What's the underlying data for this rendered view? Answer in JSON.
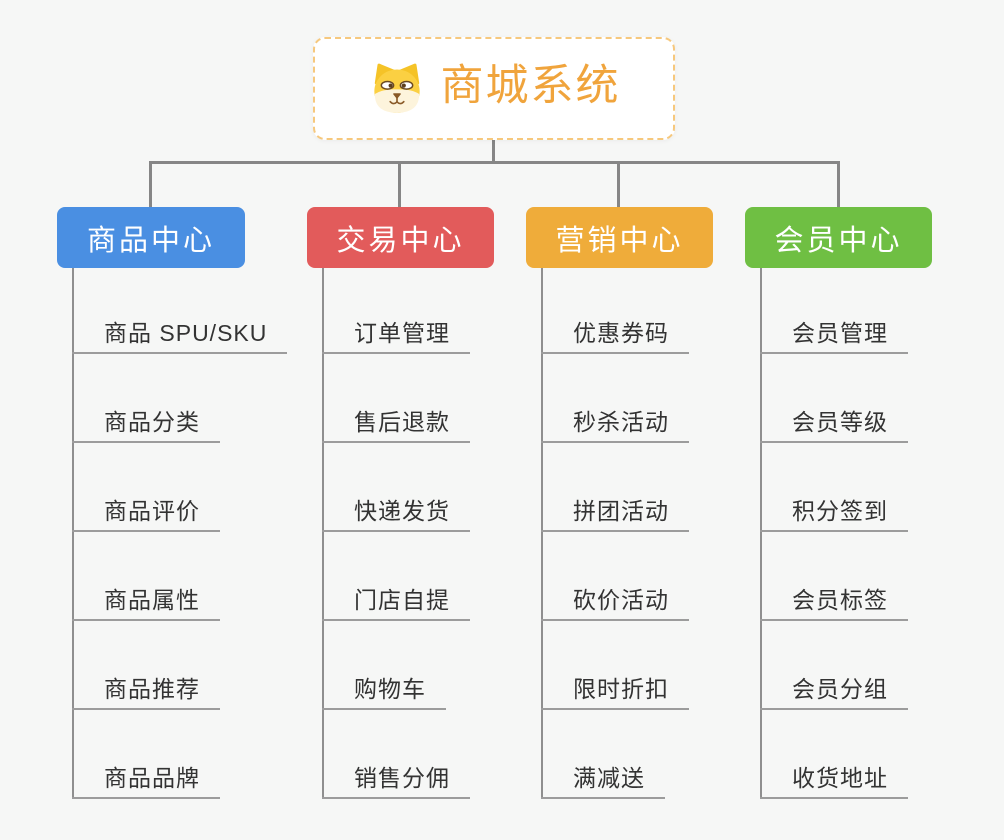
{
  "root": {
    "title": "商城系统",
    "icon": "dog-icon"
  },
  "branches": [
    {
      "id": "product-center",
      "label": "商品中心",
      "color": "#4A8FE2",
      "items": [
        "商品 SPU/SKU",
        "商品分类",
        "商品评价",
        "商品属性",
        "商品推荐",
        "商品品牌"
      ]
    },
    {
      "id": "trade-center",
      "label": "交易中心",
      "color": "#E25B5B",
      "items": [
        "订单管理",
        "售后退款",
        "快递发货",
        "门店自提",
        "购物车",
        "销售分佣"
      ]
    },
    {
      "id": "marketing-center",
      "label": "营销中心",
      "color": "#EFAC3A",
      "items": [
        "优惠券码",
        "秒杀活动",
        "拼团活动",
        "砍价活动",
        "限时折扣",
        "满减送"
      ]
    },
    {
      "id": "member-center",
      "label": "会员中心",
      "color": "#6FBF43",
      "items": [
        "会员管理",
        "会员等级",
        "积分签到",
        "会员标签",
        "会员分组",
        "收货地址"
      ]
    }
  ],
  "colors": {
    "background": "#F6F7F6",
    "root_text": "#F0A43C",
    "root_border": "#F6C87D",
    "connector": "#868686",
    "trunk": "#8F8F8F",
    "leaf_underline": "#9C9C9C",
    "leaf_text": "#333333",
    "branch_text": "#FFFFFF"
  }
}
